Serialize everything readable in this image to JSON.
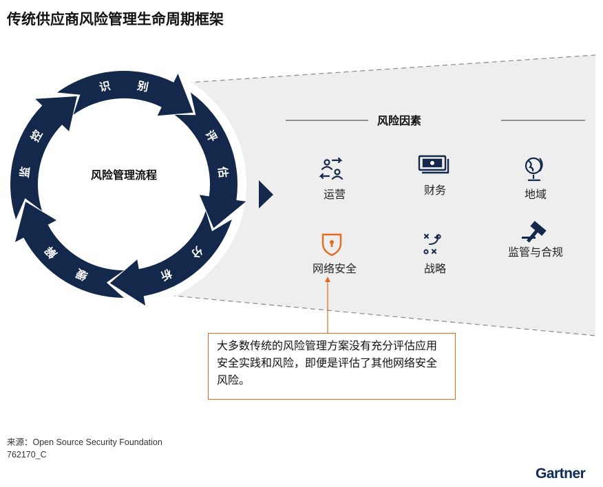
{
  "title": "传统供应商风险管理生命周期框架",
  "cycle": {
    "center_label": "风险管理流程",
    "steps": [
      {
        "chars": [
          "识",
          "别"
        ]
      },
      {
        "chars": [
          "评",
          "估"
        ]
      },
      {
        "chars": [
          "分",
          "析"
        ]
      },
      {
        "chars": [
          "缓",
          "解"
        ]
      },
      {
        "chars": [
          "监",
          "控"
        ]
      }
    ]
  },
  "factors": {
    "heading": "风险因素",
    "items": [
      {
        "label": "运营",
        "icon": "operations-icon"
      },
      {
        "label": "财务",
        "icon": "money-icon"
      },
      {
        "label": "地域",
        "icon": "globe-icon"
      },
      {
        "label": "网络安全",
        "icon": "shield-lock-icon"
      },
      {
        "label": "战略",
        "icon": "strategy-icon"
      },
      {
        "label": "监管与合规",
        "icon": "gavel-icon"
      }
    ]
  },
  "callout": "大多数传统的风险管理方案没有充分评估应用安全实践和风险，即便是评估了其他网络安全风险。",
  "source": "来源：Open Source Security Foundation",
  "code": "762170_C",
  "logo": "Gartner",
  "colors": {
    "navy": "#13284b",
    "accent": "#e06b1f",
    "panel": "#eeeeee"
  }
}
